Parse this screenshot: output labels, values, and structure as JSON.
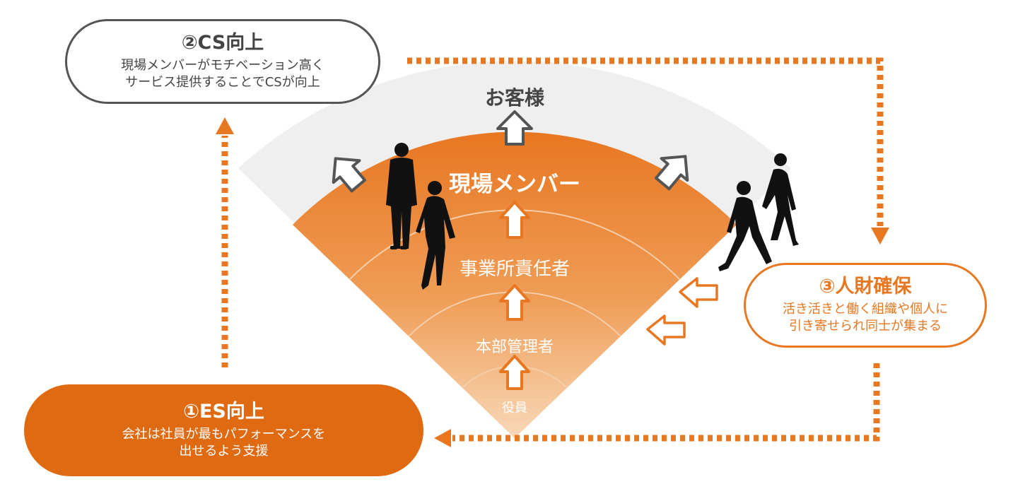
{
  "cs": {
    "title": "②CS向上",
    "line1": "現場メンバーがモチベーション高く",
    "line2": "サービス提供することでCSが向上"
  },
  "hr": {
    "title": "③人財確保",
    "line1": "活き活きと働く組織や個人に",
    "line2": "引き寄せられ同士が集まる"
  },
  "es": {
    "title": "①ES向上",
    "line1": "会社は社員が最もパフォーマンスを",
    "line2": "出せるよう支援"
  },
  "pyramid": {
    "customers": "お客様",
    "members": "現場メンバー",
    "manager": "事業所責任者",
    "hq": "本部管理者",
    "exec": "役員"
  },
  "colors": {
    "orange": "#e87722",
    "orange_dark": "#e06a12",
    "gray_text": "#444444",
    "band_gray": "#efefef"
  },
  "icons": {
    "arrows": "up-arrow-icon",
    "cycle": "dotted-arrow-icon",
    "people": "person-silhouette-icon"
  }
}
